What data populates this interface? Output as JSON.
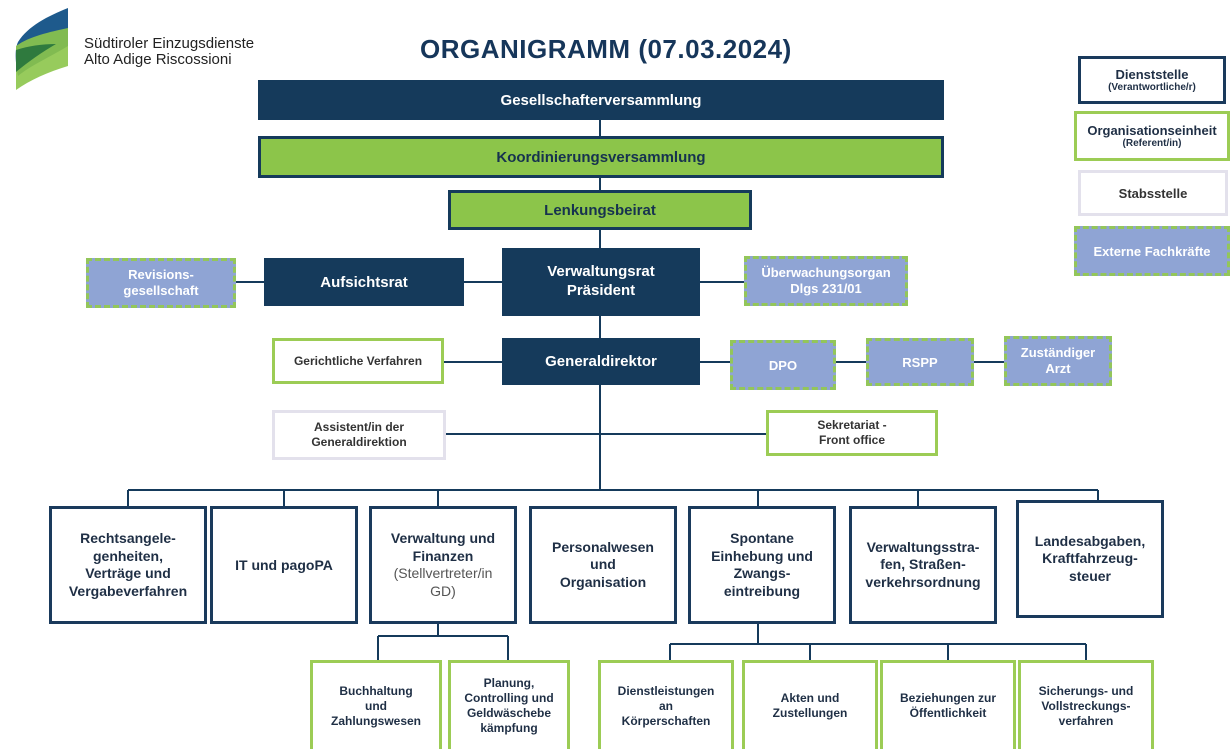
{
  "logo": {
    "name_de": "Südtiroler Einzugsdienste",
    "name_it": "Alto Adige Riscossioni"
  },
  "title": "ORGANIGRAMM (07.03.2024)",
  "colors": {
    "navy": "#153a5b",
    "green": "#8cc54a",
    "green_border": "#9ccc55",
    "external": "#8fa4d4",
    "staff_border": "#e3e1ec"
  },
  "legend": {
    "dienststelle": "Dienststelle",
    "dienststelle_sub": "(Verantwortliche/r)",
    "organisationseinheit": "Organisationseinheit",
    "organisationseinheit_sub": "(Referent/in)",
    "stabsstelle": "Stabsstelle",
    "externe": "Externe Fachkräfte"
  },
  "top": {
    "gesellschafter": "Gesellschafterversammlung",
    "koordinierung": "Koordinierungsversammlung",
    "lenkung": "Lenkungsbeirat"
  },
  "board": {
    "revision": "Revisions-\ngesellschaft",
    "aufsichtsrat": "Aufsichtsrat",
    "verwaltungsrat": "Verwaltungsrat\nPräsident",
    "ueberwachung": "Überwachungsorgan\nDlgs 231/01"
  },
  "direction": {
    "gerichtlich": "Gerichtliche Verfahren",
    "generaldirektor": "Generaldirektor",
    "dpo": "DPO",
    "rspp": "RSPP",
    "arzt": "Zuständiger\nArzt",
    "assistent": "Assistent/in der\nGeneraldirektion",
    "sekretariat": "Sekretariat -\nFront office"
  },
  "departments": {
    "recht": "Rechtsangele-\ngenheiten,\nVerträge und\nVergabeverfahren",
    "it": "IT und pagoPA",
    "verwaltung": "Verwaltung und\nFinanzen",
    "verwaltung_sub": "(Stellvertreter/in\nGD)",
    "personal": "Personalwesen\nund\nOrganisation",
    "spontane": "Spontane\nEinhebung und\nZwangs-\neintreibung",
    "strafen": "Verwaltungsstra-\nfen, Straßen-\nverkehrsordnung",
    "landesabgaben": "Landesabgaben,\nKraftfahrzeug-\nsteuer"
  },
  "units": {
    "buchhaltung": "Buchhaltung\nund\nZahlungswesen",
    "planung": "Planung,\nControlling und\nGeldwäschebe\nkämpfung",
    "dienstleistungen": "Dienstleistungen\nan\nKörperschaften",
    "akten": "Akten und\nZustellungen",
    "beziehungen": "Beziehungen zur\nÖffentlichkeit",
    "sicherung": "Sicherungs- und\nVollstreckungs-\nverfahren"
  }
}
